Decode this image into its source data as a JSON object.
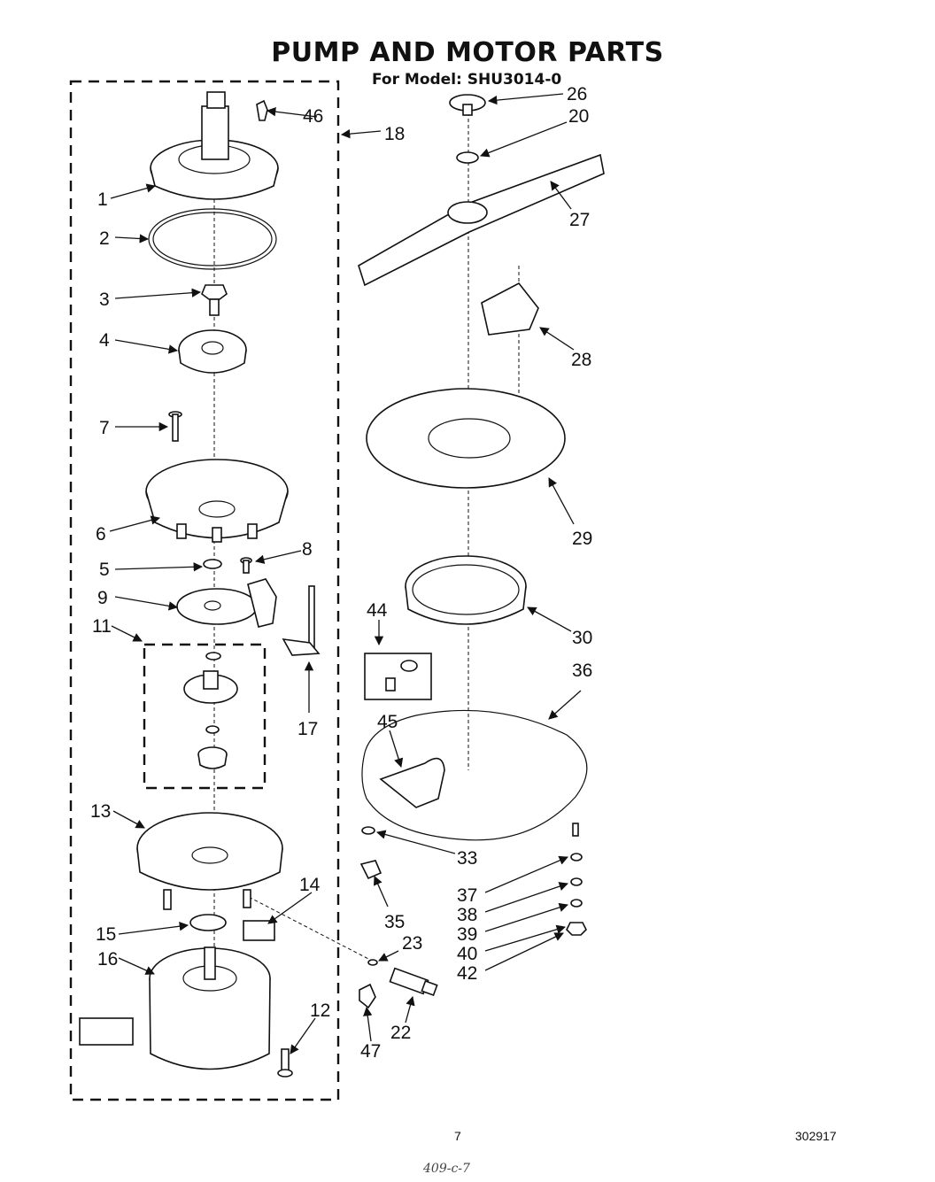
{
  "header": {
    "title": "PUMP AND MOTOR PARTS",
    "model": "For Model: SHU3014-0"
  },
  "footer": {
    "page_number": "7",
    "doc_number": "302917",
    "handwritten_note": "409-c-7"
  },
  "callouts": {
    "c1": "1",
    "c2": "2",
    "c3": "3",
    "c4": "4",
    "c5": "5",
    "c6": "6",
    "c7": "7",
    "c8": "8",
    "c9": "9",
    "c11": "11",
    "c12": "12",
    "c13": "13",
    "c14": "14",
    "c15": "15",
    "c16": "16",
    "c17": "17",
    "c18": "18",
    "c20": "20",
    "c22": "22",
    "c23": "23",
    "c26": "26",
    "c27": "27",
    "c28": "28",
    "c29": "29",
    "c30": "30",
    "c33": "33",
    "c35": "35",
    "c36": "36",
    "c37": "37",
    "c38": "38",
    "c39": "39",
    "c40": "40",
    "c42": "42",
    "c44": "44",
    "c45": "45",
    "c46": "46",
    "c47": "47"
  }
}
